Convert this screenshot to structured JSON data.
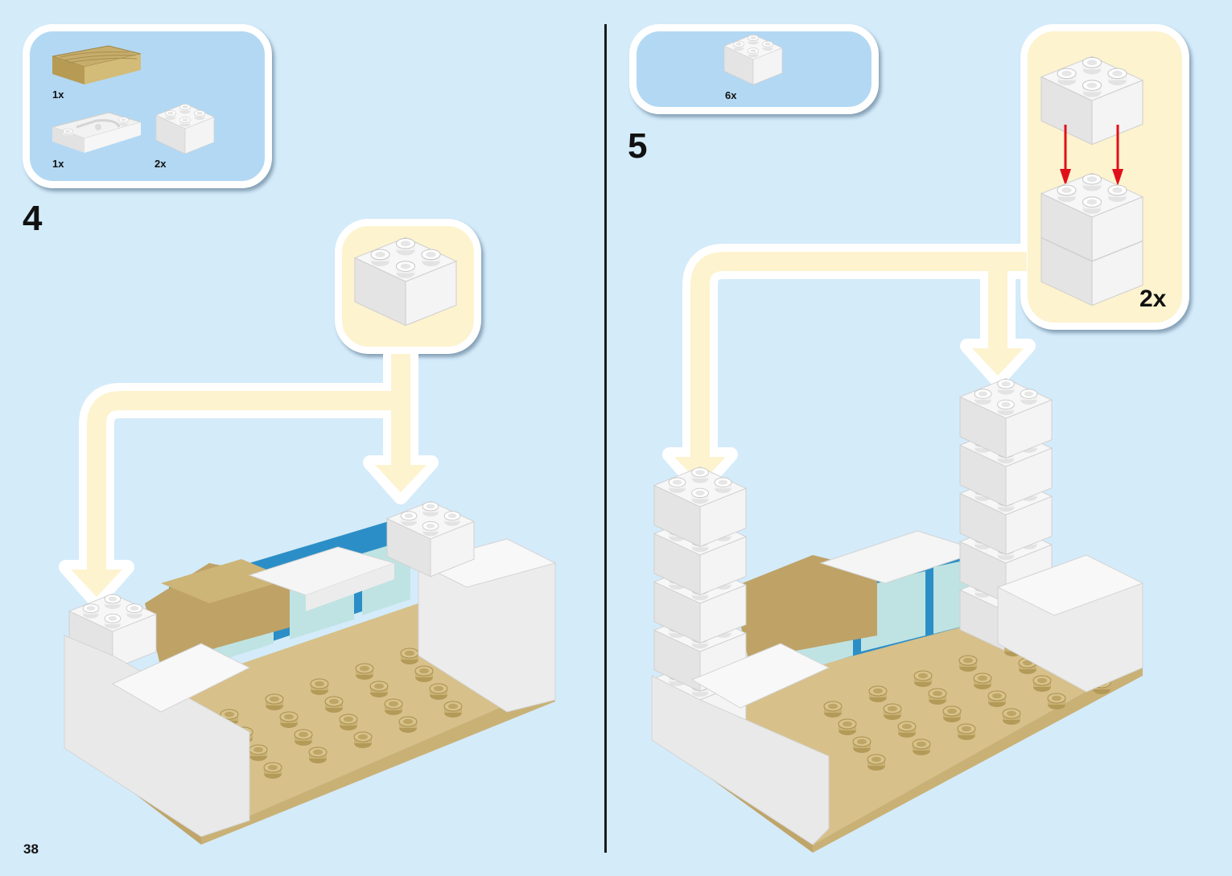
{
  "page": {
    "page_number": "38",
    "background_color": "#d4ebfa",
    "callout_color": "#fdf3cf",
    "parts_box_color": "#b3d8f3",
    "arrow_color": "#e0101a"
  },
  "steps": [
    {
      "number": "4",
      "parts_list": [
        {
          "part": "tan-wood-plate-2x4",
          "quantity": "1x"
        },
        {
          "part": "white-sink-plate",
          "quantity": "1x"
        },
        {
          "part": "white-brick-2x2",
          "quantity": "2x"
        }
      ],
      "callout": {
        "part": "white-brick-2x2",
        "quantity": ""
      }
    },
    {
      "number": "5",
      "parts_list": [
        {
          "part": "white-brick-2x2",
          "quantity": "6x"
        }
      ],
      "callout": {
        "part": "white-brick-2x2-stack",
        "quantity": "2x"
      }
    }
  ]
}
